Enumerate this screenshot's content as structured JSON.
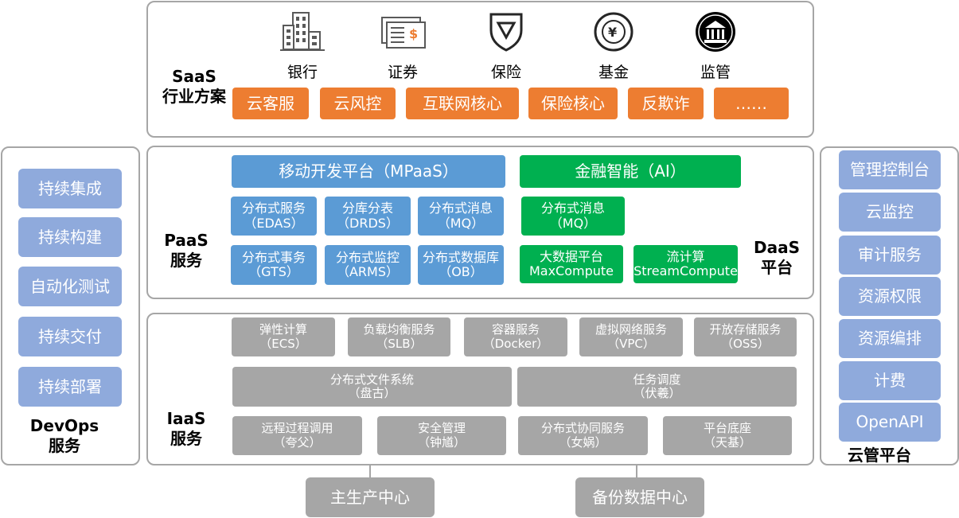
{
  "saas": {
    "label_line1": "SaaS",
    "label_line2": "行业方案",
    "icons": [
      {
        "name": "building-icon",
        "label": "银行"
      },
      {
        "name": "stock-certificate-icon",
        "label": "证券"
      },
      {
        "name": "shield-icon",
        "label": "保险"
      },
      {
        "name": "yen-coin-icon",
        "label": "基金"
      },
      {
        "name": "institution-icon",
        "label": "监管"
      }
    ],
    "solutions": [
      "云客服",
      "云风控",
      "互联网核心",
      "保险核心",
      "反欺诈",
      "……"
    ]
  },
  "paas": {
    "label_line1": "PaaS",
    "label_line2": "服务",
    "mpaas": "移动开发平台（MPaaS）",
    "services": [
      {
        "line1": "分布式服务",
        "line2": "（EDAS）"
      },
      {
        "line1": "分库分表",
        "line2": "（DRDS）"
      },
      {
        "line1": "分布式消息",
        "line2": "（MQ）"
      },
      {
        "line1": "分布式事务",
        "line2": "（GTS）"
      },
      {
        "line1": "分布式监控",
        "line2": "（ARMS）"
      },
      {
        "line1": "分布式数据库",
        "line2": "（OB）"
      }
    ]
  },
  "daas": {
    "label_line1": "DaaS",
    "label_line2": "平台",
    "ai": "金融智能（AI）",
    "mq": {
      "line1": "分布式消息",
      "line2": "（MQ）"
    },
    "maxcompute": {
      "line1": "大数据平台",
      "line2": "MaxCompute"
    },
    "streamcompute": {
      "line1": "流计算",
      "line2": "StreamCompute"
    }
  },
  "iaas": {
    "label_line1": "IaaS",
    "label_line2": "服务",
    "row1": [
      {
        "line1": "弹性计算",
        "line2": "（ECS）"
      },
      {
        "line1": "负载均衡服务",
        "line2": "（SLB）"
      },
      {
        "line1": "容器服务",
        "line2": "（Docker）"
      },
      {
        "line1": "虚拟网络服务",
        "line2": "（VPC）"
      },
      {
        "line1": "开放存储服务",
        "line2": "（OSS）"
      }
    ],
    "row2": [
      {
        "line1": "分布式文件系统",
        "line2": "（盘古）"
      },
      {
        "line1": "任务调度",
        "line2": "（伏羲）"
      }
    ],
    "row3": [
      {
        "line1": "远程过程调用",
        "line2": "（夸父）"
      },
      {
        "line1": "安全管理",
        "line2": "（钟馗）"
      },
      {
        "line1": "分布式协同服务",
        "line2": "（女娲）"
      },
      {
        "line1": "平台底座",
        "line2": "（天基）"
      }
    ]
  },
  "devops": {
    "label_line1": "DevOps",
    "label_line2": "服务",
    "items": [
      "持续集成",
      "持续构建",
      "自动化测试",
      "持续交付",
      "持续部署"
    ]
  },
  "cloud_mgmt": {
    "label": "云管平台",
    "items": [
      "管理控制台",
      "云监控",
      "审计服务",
      "资源权限",
      "资源编排",
      "计费",
      "OpenAPI"
    ]
  },
  "datacenters": {
    "primary": "主生产中心",
    "backup": "备份数据中心"
  }
}
